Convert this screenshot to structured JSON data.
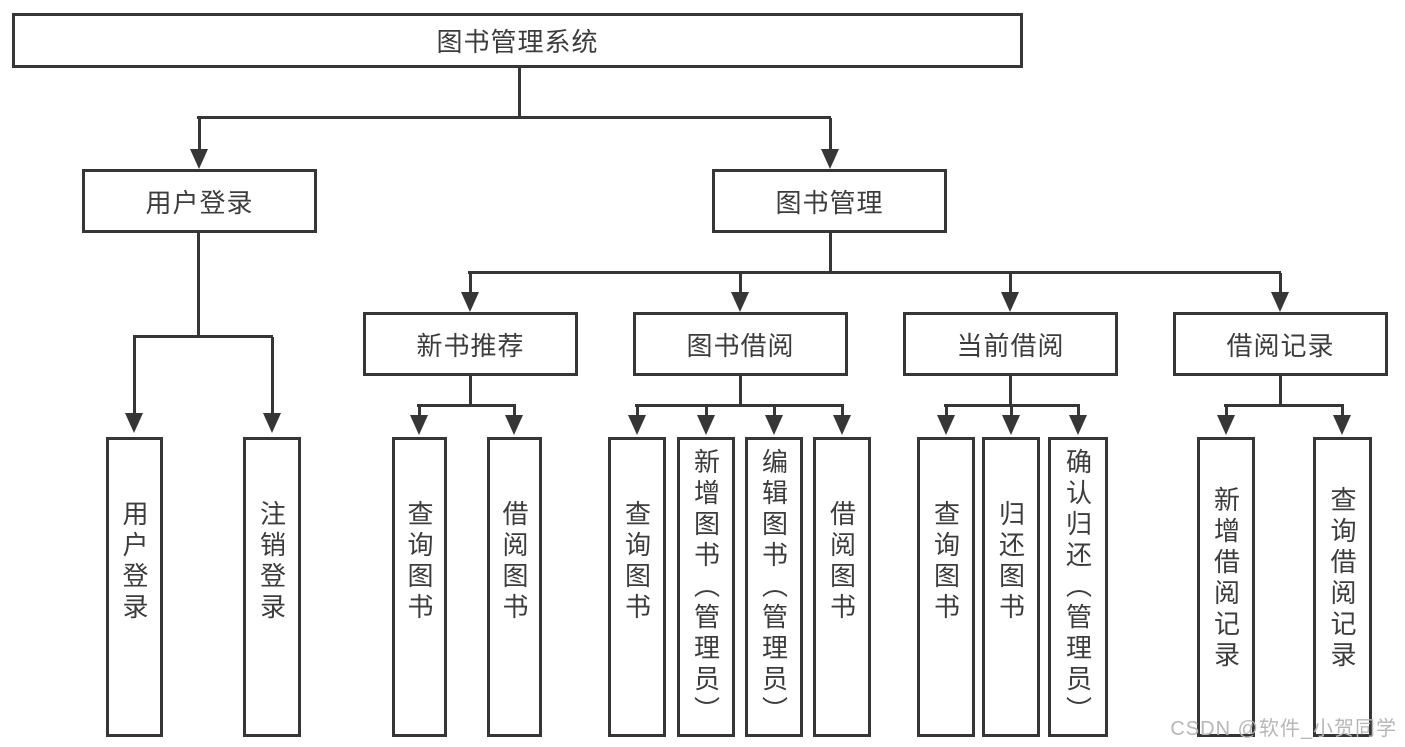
{
  "diagram": {
    "title": "图书管理系统",
    "root": "图书管理系统",
    "level2": {
      "user_login": "用户登录",
      "book_mgmt": "图书管理"
    },
    "login_children": [
      "用户登录",
      "注销登录"
    ],
    "mgmt_children": [
      "新书推荐",
      "图书借阅",
      "当前借阅",
      "借阅记录"
    ],
    "new_book_children": [
      "查询图书",
      "借阅图书"
    ],
    "borrow_children": [
      "查询图书",
      "新增图书（管理员）",
      "编辑图书（管理员）",
      "借阅图书"
    ],
    "current_children": [
      "查询图书",
      "归还图书",
      "确认归还（管理员）"
    ],
    "record_children": [
      "新增借阅记录",
      "查询借阅记录"
    ]
  },
  "watermark": "CSDN @软件_小贺同学",
  "colors": {
    "line": "#363636",
    "text": "#3c3c3c",
    "watermark": "#b7b7b7",
    "background": "#ffffff"
  }
}
